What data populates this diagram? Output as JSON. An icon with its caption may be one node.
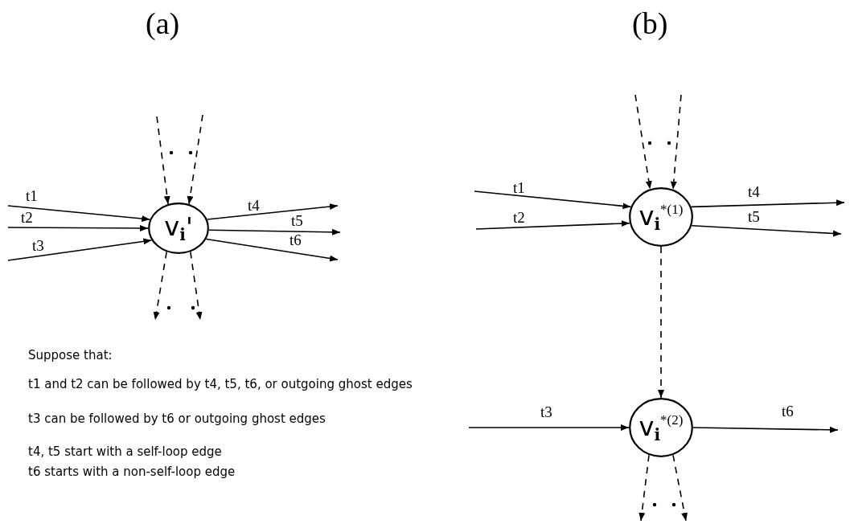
{
  "diagram": {
    "nodes": [
      {
        "text": [
          "v$_{i}$'"
        ]
      },
      {
        "text": [
          "v$_{i}$$^{*(1)}$"
        ]
      },
      {
        "text": [
          "v$_{i}$$^{*(2)}$"
        ]
      }
    ],
    "edges": [
      {
        "from": null,
        "to": 0,
        "arrow": "to",
        "label": "t1"
      },
      {
        "from": null,
        "to": 0,
        "arrow": "to",
        "label": "t2"
      },
      {
        "from": null,
        "to": 0,
        "arrow": "to",
        "label": "t3"
      },
      {
        "from": 0,
        "to": null,
        "arrow": "to",
        "label": "t4"
      },
      {
        "from": 0,
        "to": null,
        "arrow": "to",
        "label": "t5"
      },
      {
        "from": 0,
        "to": null,
        "arrow": "to",
        "label": "t6"
      },
      {
        "from": null,
        "to": 0,
        "arrow": "to",
        "style": "dashed"
      },
      {
        "from": null,
        "to": 0,
        "arrow": "to",
        "style": "dashed"
      },
      {
        "from": 0,
        "to": null,
        "arrow": "to",
        "style": "dashed"
      },
      {
        "from": 0,
        "to": null,
        "arrow": "to",
        "style": "dashed"
      },
      {
        "from": null,
        "to": 1,
        "arrow": "to",
        "label": "t1"
      },
      {
        "from": null,
        "to": 1,
        "arrow": "to",
        "label": "t2"
      },
      {
        "from": 1,
        "to": null,
        "arrow": "to",
        "label": "t4"
      },
      {
        "from": 1,
        "to": null,
        "arrow": "to",
        "label": "t5"
      },
      {
        "from": null,
        "to": 1,
        "arrow": "to",
        "style": "dashed"
      },
      {
        "from": null,
        "to": 1,
        "arrow": "to",
        "style": "dashed"
      },
      {
        "from": 1,
        "to": 2,
        "arrow": "to",
        "style": "dashed"
      },
      {
        "from": null,
        "to": 2,
        "arrow": "to",
        "label": "t3"
      },
      {
        "from": 2,
        "to": null,
        "arrow": "to",
        "label": "t6"
      },
      {
        "from": 2,
        "to": null,
        "arrow": "to",
        "style": "dashed"
      },
      {
        "from": 2,
        "to": null,
        "arrow": "to",
        "style": "dashed"
      }
    ],
    "labels": [
      "(a)",
      "(b)",
      "Suppose that:",
      "t1 and t2 can be followed by t4, t5, t6, or outgoing ghost edges",
      "t3 can be followed by t6 or outgoing ghost edges",
      "t4, t5 start with a self-loop edge",
      "t6 starts with a non-self-loop edge"
    ]
  }
}
